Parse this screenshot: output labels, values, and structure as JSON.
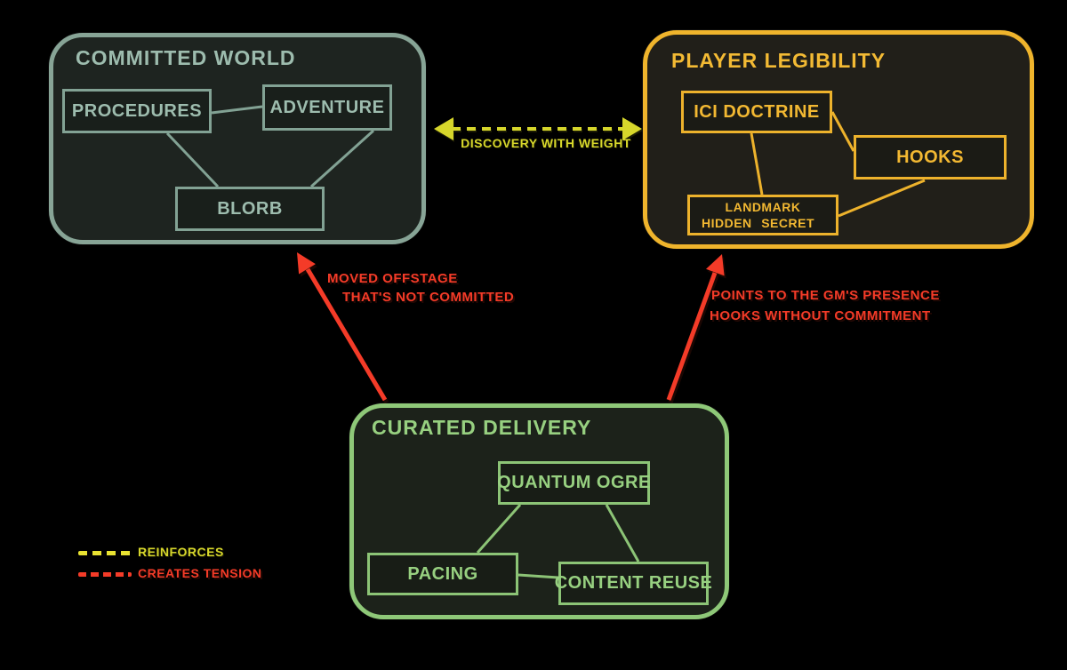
{
  "panels": {
    "committed": {
      "title": "COMMITTED WORLD",
      "nodes": {
        "procedures": "PROCEDURES",
        "adventure": "ADVENTURE",
        "blorb": "BLORB"
      }
    },
    "legibility": {
      "title": "PLAYER LEGIBILITY",
      "nodes": {
        "ici": "ICI DOCTRINE",
        "hooks": "HOOKS",
        "landmark": "LANDMARK",
        "hidden": "HIDDEN",
        "secret": "SECRET"
      }
    },
    "curated": {
      "title": "CURATED DELIVERY",
      "nodes": {
        "quantum": "QUANTUM OGRE",
        "pacing": "PACING",
        "reuse": "CONTENT REUSE"
      }
    }
  },
  "edges": {
    "reinforce": {
      "label": "DISCOVERY WITH WEIGHT"
    },
    "tension_left": {
      "line1": "MOVED OFFSTAGE",
      "line2": "THAT'S NOT COMMITTED"
    },
    "tension_right": {
      "line1": "POINTS TO THE GM'S PRESENCE",
      "line2": "HOOKS WITHOUT COMMITMENT"
    }
  },
  "legend": {
    "reinforces": "REINFORCES",
    "tension": "CREATES TENSION"
  },
  "colors": {
    "background": "#000000",
    "sage": "#87a496",
    "gold": "#efb42c",
    "green": "#8ec878",
    "red": "#f43b28",
    "chartreuse": "#d6d62b",
    "panel_fill": "#1e2420"
  }
}
